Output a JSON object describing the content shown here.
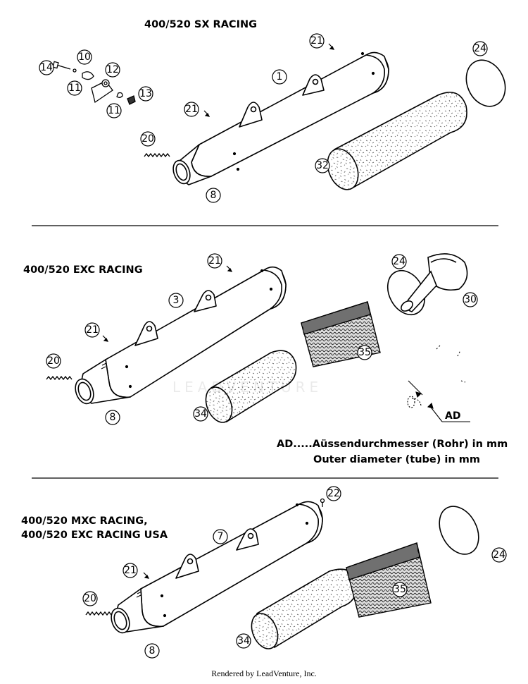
{
  "sections": [
    {
      "title": [
        "400/520 SX RACING"
      ]
    },
    {
      "title": [
        "400/520 EXC RACING"
      ]
    },
    {
      "title": [
        "400/520 MXC RACING,",
        "400/520 EXC RACING USA"
      ]
    }
  ],
  "callouts": {
    "c1": "1",
    "c3": "3",
    "c7": "7",
    "c8": "8",
    "c10": "10",
    "c11": "11",
    "c12": "12",
    "c13": "13",
    "c14": "14",
    "c20": "20",
    "c21": "21",
    "c22": "22",
    "c24": "24",
    "c30": "30",
    "c32": "32",
    "c34": "34",
    "c35": "35"
  },
  "dimension_label": "AD",
  "ad_note": {
    "line1": "AD.....Aüssendurchmesser (Rohr) in mm",
    "line2": "Outer diameter (tube) in mm"
  },
  "watermark": "LEADVENTURE",
  "footer": "Rendered by LeadVenture, Inc."
}
